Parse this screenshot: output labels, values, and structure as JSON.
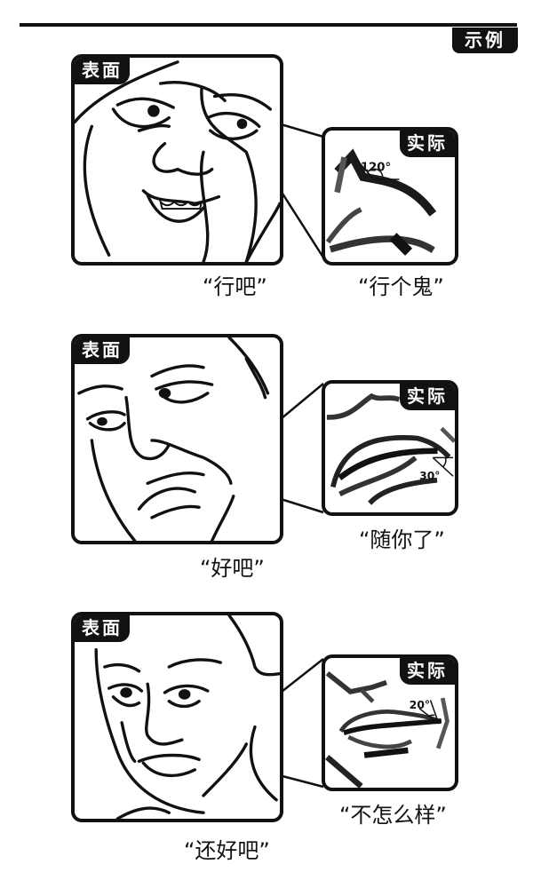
{
  "header": {
    "tag_label": "示例"
  },
  "panels": [
    {
      "surface_label": "表面",
      "actual_label": "实际",
      "surface_caption": "“行吧”",
      "actual_caption": "“行个鬼”",
      "angle": "120°",
      "feature": "eyebrow"
    },
    {
      "surface_label": "表面",
      "actual_label": "实际",
      "surface_caption": "“好吧”",
      "actual_caption": "“随你了”",
      "angle": "30°",
      "feature": "mouth-corner"
    },
    {
      "surface_label": "表面",
      "actual_label": "实际",
      "surface_caption": "“还好吧”",
      "actual_caption": "“不怎么样”",
      "angle": "20°",
      "feature": "mouth-corner"
    }
  ]
}
